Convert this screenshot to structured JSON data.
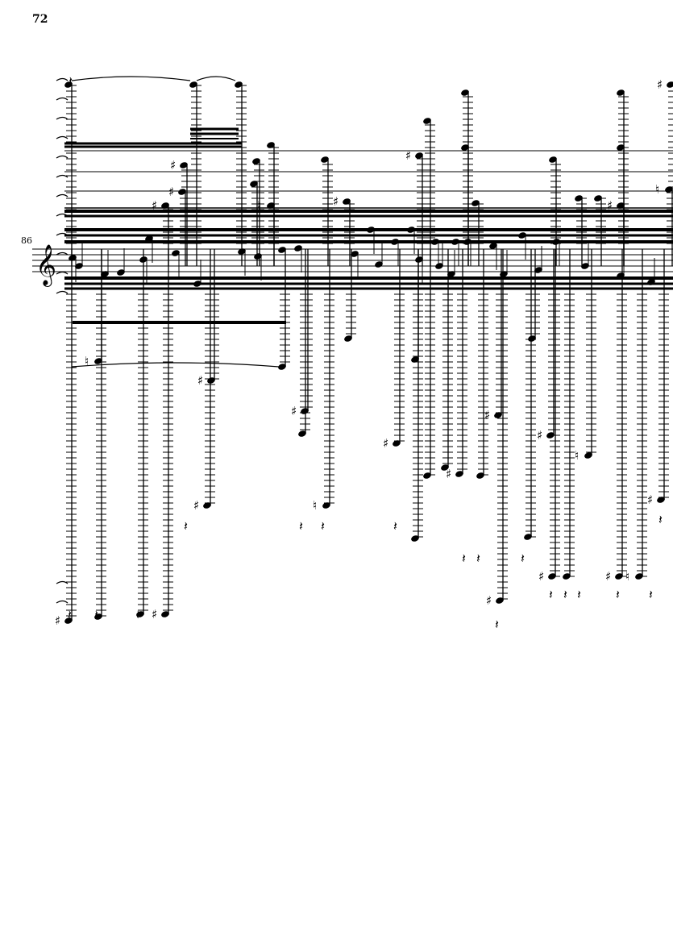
{
  "page": {
    "page_number": "72",
    "measure_number": "86",
    "clef": "treble-clef",
    "ink_color": "#000000"
  }
}
